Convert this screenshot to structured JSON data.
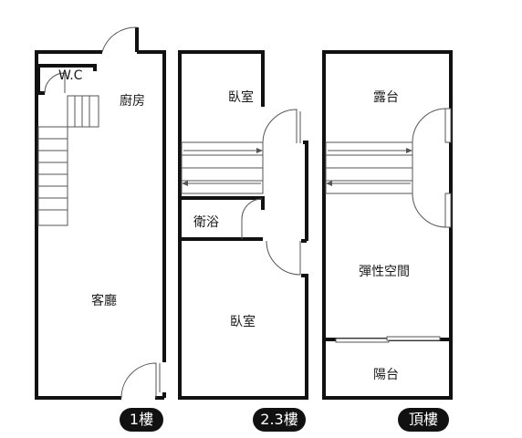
{
  "floors": [
    {
      "badge": "1樓",
      "rooms": [
        {
          "label": "W.C"
        },
        {
          "label": "廚房"
        },
        {
          "label": "客廳"
        }
      ]
    },
    {
      "badge": "2.3樓",
      "rooms": [
        {
          "label": "臥室"
        },
        {
          "label": "衛浴"
        },
        {
          "label": "臥室"
        }
      ]
    },
    {
      "badge": "頂樓",
      "rooms": [
        {
          "label": "露台"
        },
        {
          "label": "彈性空間"
        },
        {
          "label": "陽台"
        }
      ]
    }
  ],
  "colors": {
    "wall": "#111111",
    "badge_bg": "#111111",
    "badge_text": "#ffffff",
    "line": "#444444"
  }
}
